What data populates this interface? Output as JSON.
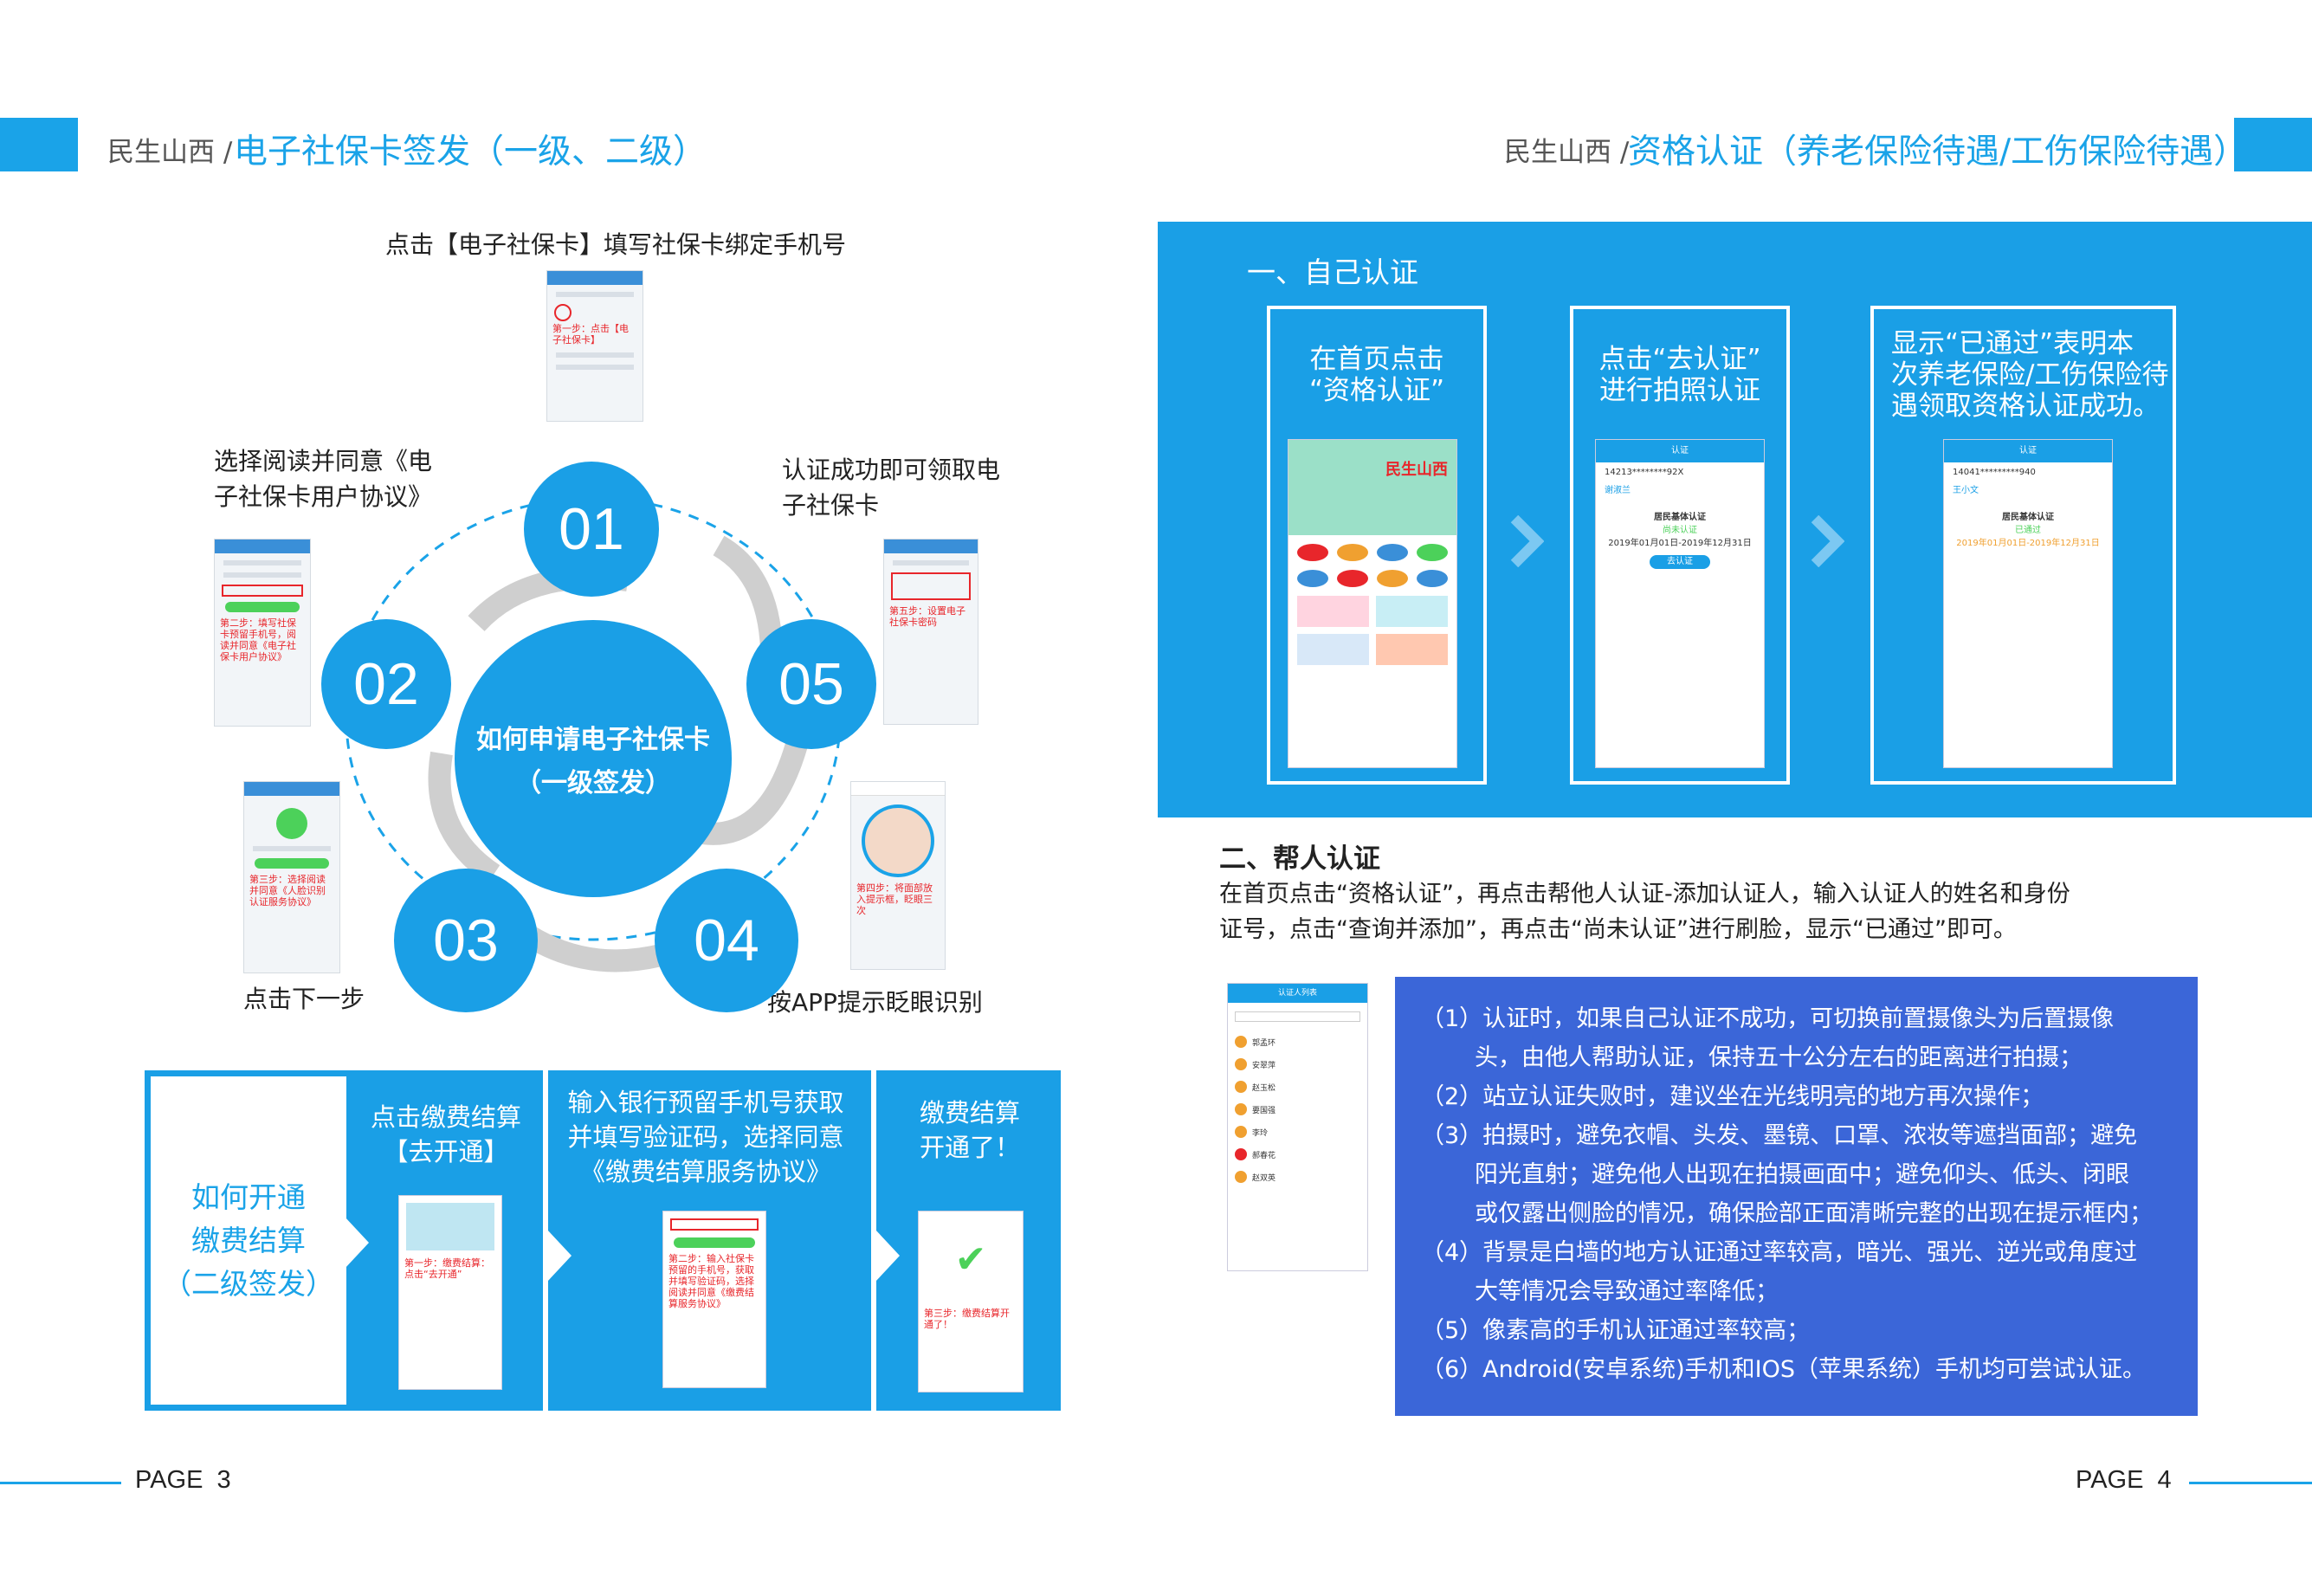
{
  "left": {
    "header": {
      "small": "民生山西 /",
      "title": "电子社保卡签发（一级、二级）"
    },
    "step_top_label": "点击【电子社保卡】填写社保卡绑定手机号",
    "step02_label": "选择阅读并同意《电子社保卡用户协议》",
    "step05_label": "认证成功即可领取电子社保卡",
    "step03_label": "点击下一步",
    "step04_label": "按APP提示眨眼识别",
    "center_title_1": "如何申请电子社保卡",
    "center_title_2": "（一级签发）",
    "nums": [
      "01",
      "02",
      "03",
      "04",
      "05"
    ],
    "phone_notes": {
      "p1": "第一步：点击【电子社保卡】",
      "p2": "第二步：填写社保卡预留手机号，阅读并同意《电子社保卡用户协议》",
      "p3": "第三步：选择阅读并同意《人脸识别认证服务协议》",
      "p4": "第四步：将面部放入提示框，眨眼三次",
      "p5": "第五步：设置电子社保卡密码"
    },
    "bottom": {
      "title": [
        "如何开通",
        "缴费结算",
        "（二级签发）"
      ],
      "col1": [
        "点击缴费结算",
        "【去开通】"
      ],
      "col2": [
        "输入银行预留手机号获取",
        "并填写验证码，选择同意",
        "《缴费结算服务协议》"
      ],
      "col3": [
        "缴费结算",
        "开通了！"
      ],
      "note1": "第一步：缴费结算：点击“去开通”",
      "note2": "第二步：输入社保卡预留的手机号，获取并填写验证码，选择阅读并同意《缴费结算服务协议》",
      "note3": "第三步：缴费结算开通了！"
    },
    "footer": "PAGE  3"
  },
  "right": {
    "header": {
      "small": "民生山西 /",
      "title": "资格认证（养老保险待遇/工伤保险待遇）"
    },
    "section1": "一、自己认证",
    "card1": [
      "在首页点击",
      "“资格认证”"
    ],
    "card2": [
      "点击“去认证”",
      "进行拍照认证"
    ],
    "card3": [
      "显示“已通过”表明本",
      "次养老保险/工伤保险待",
      "遇领取资格认证成功。"
    ],
    "app_brand": "民生山西",
    "phone2": {
      "title": "认证",
      "id": "14213********92X",
      "name": "谢淑兰",
      "sub": "居民基体认证",
      "status": "尚未认证",
      "period": "2019年01月01日-2019年12月31日",
      "btn": "去认证"
    },
    "phone3": {
      "title": "认证",
      "id": "14041*********940",
      "name": "王小文",
      "sub": "居民基体认证",
      "status": "已通过",
      "period": "2019年01月01日-2019年12月31日"
    },
    "section2": "二、帮人认证",
    "desc": [
      "在首页点击“资格认证”，再点击帮他人认证-添加认证人，输入认证人的姓名和身份",
      "证号，点击“查询并添加”，再点击“尚未认证”进行刷脸，显示“已通过”即可。"
    ],
    "list_phone": {
      "title": "认证人列表",
      "people": [
        "郭孟环",
        "安翠萍",
        "赵玉松",
        "要国强",
        "李玲",
        "郝春花",
        "赵双英"
      ]
    },
    "tips": [
      "（1）认证时，如果自己认证不成功，可切换前置摄像头为后置摄像",
      "头，由他人帮助认证，保持五十公分左右的距离进行拍摄；",
      "（2）站立认证失败时，建议坐在光线明亮的地方再次操作；",
      "（3）拍摄时，避免衣帽、头发、墨镜、口罩、浓妆等遮挡面部；避免",
      "阳光直射；避免他人出现在拍摄画面中；避免仰头、低头、闭眼",
      "或仅露出侧脸的情况，确保脸部正面清晰完整的出现在提示框内；",
      "（4）背景是白墙的地方认证通过率较高，暗光、强光、逆光或角度过",
      "大等情况会导致通过率降低；",
      "（5）像素高的手机认证通过率较高；",
      "（6）Android(安卓系统)手机和IOS（苹果系统）手机均可尝试认证。"
    ],
    "footer": "PAGE  4"
  },
  "colors": {
    "accent": "#1aa3e8",
    "tip_bg": "#3b66d8"
  }
}
